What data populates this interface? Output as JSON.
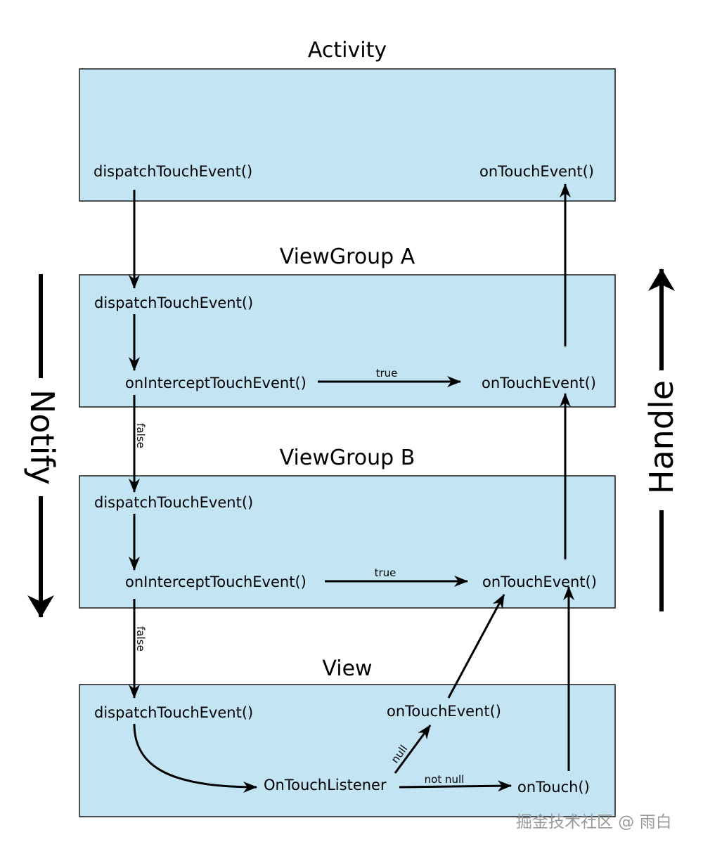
{
  "layers": {
    "activity": {
      "title": "Activity",
      "dispatch": "dispatchTouchEvent()",
      "on_touch_event": "onTouchEvent()"
    },
    "viewgroup_a": {
      "title": "ViewGroup A",
      "dispatch": "dispatchTouchEvent()",
      "intercept": "onInterceptTouchEvent()",
      "on_touch_event": "onTouchEvent()"
    },
    "viewgroup_b": {
      "title": "ViewGroup B",
      "dispatch": "dispatchTouchEvent()",
      "intercept": "onInterceptTouchEvent()",
      "on_touch_event": "onTouchEvent()"
    },
    "view": {
      "title": "View",
      "dispatch": "dispatchTouchEvent()",
      "on_touch_event": "onTouchEvent()",
      "listener": "OnTouchListener",
      "on_touch": "onTouch()"
    }
  },
  "edge_labels": {
    "true_a": "true",
    "true_b": "true",
    "false_a": "false",
    "false_b": "false",
    "null": "null",
    "not_null": "not null"
  },
  "side_labels": {
    "notify": "Notify",
    "handle": "Handle"
  },
  "watermark": "掘金技术社区 @ 雨白",
  "colors": {
    "box_fill": "#c2e4f3",
    "box_stroke": "#1a1a1a",
    "arrow": "#000000"
  }
}
